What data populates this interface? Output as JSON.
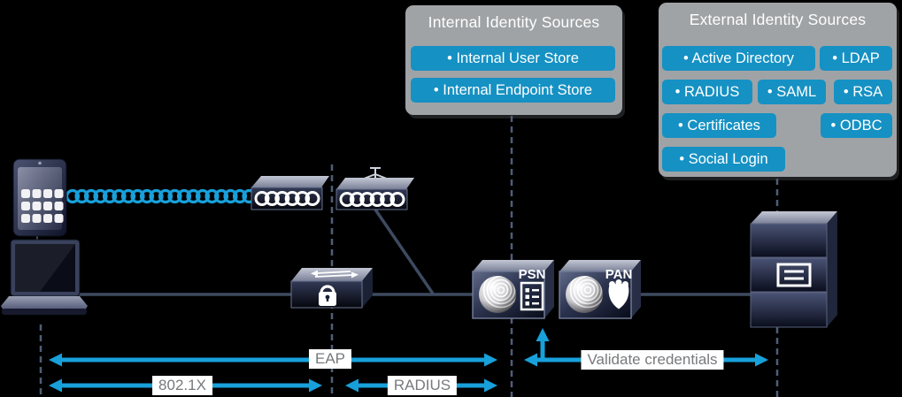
{
  "colors": {
    "background": "#000000",
    "accent_cyan": "#18a0da",
    "panel_gray": "#a0a3a6",
    "chip_blue": "#1691c3",
    "dashed_line": "#4e5e78",
    "connector_line": "#3d4a60",
    "flow_label_text": "#77797c"
  },
  "panels": {
    "internal": {
      "title": "Internal Identity Sources",
      "items": [
        "• Internal User Store",
        "• Internal Endpoint Store"
      ]
    },
    "external": {
      "title": "External Identity Sources",
      "items": [
        "• Active Directory",
        "• LDAP",
        "• RADIUS",
        "• SAML",
        "• RSA",
        "• Certificates",
        "• ODBC",
        "• Social Login"
      ]
    }
  },
  "nodes": {
    "psn": "PSN",
    "pan": "PAN"
  },
  "flow_labels": {
    "eap": "EAP",
    "dot1x": "802.1X",
    "radius": "RADIUS",
    "validate": "Validate credentials"
  },
  "icons": [
    "tablet-icon",
    "laptop-icon",
    "wireless-link-icon",
    "access-point-icon",
    "wireless-controller-icon",
    "secure-switch-icon",
    "lock-icon",
    "fingerprint-sphere-icon",
    "list-document-icon",
    "badge-icon",
    "server-icon",
    "up-arrow-icon"
  ]
}
